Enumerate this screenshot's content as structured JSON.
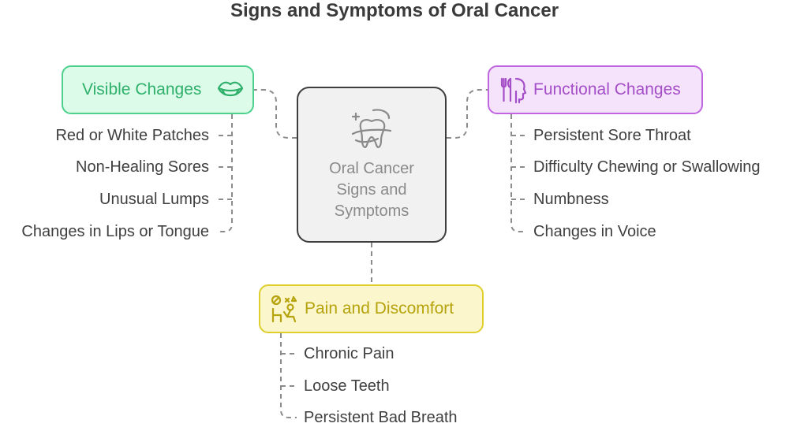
{
  "title": "Signs and Symptoms of Oral Cancer",
  "center": {
    "line1": "Oral Cancer",
    "line2": "Signs and",
    "line3": "Symptoms",
    "icon": "tooth-icon"
  },
  "categories": {
    "visible": {
      "label": "Visible Changes",
      "icon": "mouth-lips-icon",
      "color": "#4cd08c",
      "items": [
        "Red or White Patches",
        "Non-Healing Sores",
        "Unusual Lumps",
        "Changes in Lips or Tongue"
      ]
    },
    "functional": {
      "label": "Functional Changes",
      "icon": "head-utensils-icon",
      "color": "#c065e0",
      "items": [
        "Persistent Sore Throat",
        "Difficulty Chewing or Swallowing",
        "Numbness",
        "Changes in Voice"
      ]
    },
    "pain": {
      "label": "Pain and Discomfort",
      "icon": "person-in-pain-icon",
      "color": "#dfcf2e",
      "items": [
        "Chronic Pain",
        "Loose Teeth",
        "Persistent Bad Breath"
      ]
    }
  },
  "colors": {
    "connector": "#8c8c8c",
    "center_border": "#3e3e3e",
    "center_fill": "#f1f1f1"
  }
}
